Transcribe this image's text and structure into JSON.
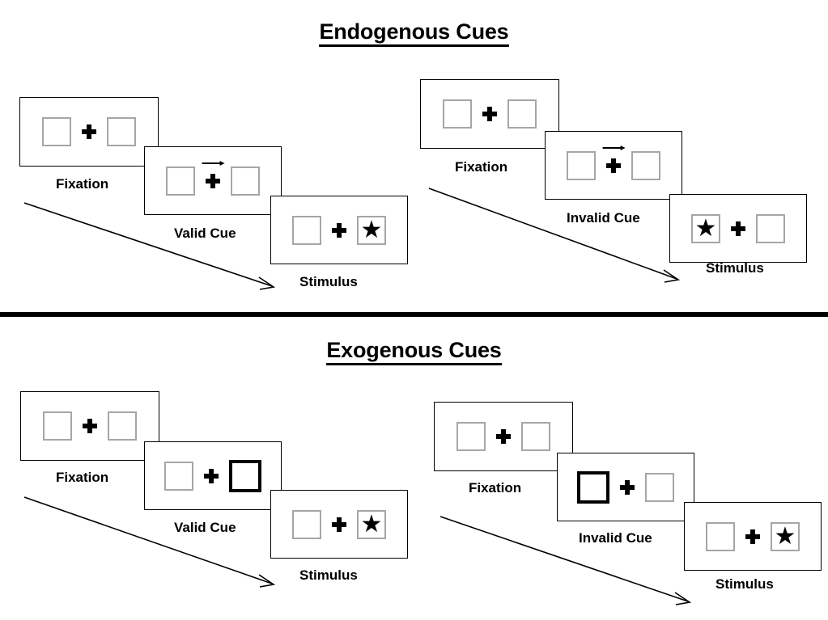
{
  "figure": {
    "sections": [
      {
        "id": "endogenous",
        "title": "Endogenous Cues",
        "conditions": [
          {
            "id": "endogenous-valid",
            "cue_validity": "valid",
            "frames": [
              {
                "caption": "Fixation",
                "left_box": {
                  "cued": false,
                  "star": false
                },
                "right_box": {
                  "cued": false,
                  "star": false
                },
                "cue_arrow": false,
                "cue_arrow_direction": ""
              },
              {
                "caption": "Valid Cue",
                "left_box": {
                  "cued": false,
                  "star": false
                },
                "right_box": {
                  "cued": false,
                  "star": false
                },
                "cue_arrow": true,
                "cue_arrow_direction": "right"
              },
              {
                "caption": "Stimulus",
                "left_box": {
                  "cued": false,
                  "star": false
                },
                "right_box": {
                  "cued": false,
                  "star": true
                },
                "cue_arrow": false,
                "cue_arrow_direction": ""
              }
            ]
          },
          {
            "id": "endogenous-invalid",
            "cue_validity": "invalid",
            "frames": [
              {
                "caption": "Fixation",
                "left_box": {
                  "cued": false,
                  "star": false
                },
                "right_box": {
                  "cued": false,
                  "star": false
                },
                "cue_arrow": false,
                "cue_arrow_direction": ""
              },
              {
                "caption": "Invalid Cue",
                "left_box": {
                  "cued": false,
                  "star": false
                },
                "right_box": {
                  "cued": false,
                  "star": false
                },
                "cue_arrow": true,
                "cue_arrow_direction": "right"
              },
              {
                "caption": "Stimulus",
                "left_box": {
                  "cued": false,
                  "star": true
                },
                "right_box": {
                  "cued": false,
                  "star": false
                },
                "cue_arrow": false,
                "cue_arrow_direction": ""
              }
            ]
          }
        ]
      },
      {
        "id": "exogenous",
        "title": "Exogenous Cues",
        "conditions": [
          {
            "id": "exogenous-valid",
            "cue_validity": "valid",
            "frames": [
              {
                "caption": "Fixation",
                "left_box": {
                  "cued": false,
                  "star": false
                },
                "right_box": {
                  "cued": false,
                  "star": false
                },
                "cue_arrow": false,
                "cue_arrow_direction": ""
              },
              {
                "caption": "Valid Cue",
                "left_box": {
                  "cued": false,
                  "star": false
                },
                "right_box": {
                  "cued": true,
                  "star": false
                },
                "cue_arrow": false,
                "cue_arrow_direction": ""
              },
              {
                "caption": "Stimulus",
                "left_box": {
                  "cued": false,
                  "star": false
                },
                "right_box": {
                  "cued": false,
                  "star": true
                },
                "cue_arrow": false,
                "cue_arrow_direction": ""
              }
            ]
          },
          {
            "id": "exogenous-invalid",
            "cue_validity": "invalid",
            "frames": [
              {
                "caption": "Fixation",
                "left_box": {
                  "cued": false,
                  "star": false
                },
                "right_box": {
                  "cued": false,
                  "star": false
                },
                "cue_arrow": false,
                "cue_arrow_direction": ""
              },
              {
                "caption": "Invalid Cue",
                "left_box": {
                  "cued": true,
                  "star": false
                },
                "right_box": {
                  "cued": false,
                  "star": false
                },
                "cue_arrow": false,
                "cue_arrow_direction": ""
              },
              {
                "caption": "Stimulus",
                "left_box": {
                  "cued": false,
                  "star": false
                },
                "right_box": {
                  "cued": false,
                  "star": true
                },
                "cue_arrow": false,
                "cue_arrow_direction": ""
              }
            ]
          }
        ]
      }
    ],
    "icons": {
      "star": "★",
      "fixation_cross": "fixation-cross-icon",
      "cue_arrow": "arrow-right-icon",
      "flow_arrow": "time-flow-arrow-icon"
    },
    "colors": {
      "background": "#ffffff",
      "ink": "#000000",
      "placeholder_box_border": "#a6a6a6",
      "cued_box_border": "#000000"
    }
  }
}
